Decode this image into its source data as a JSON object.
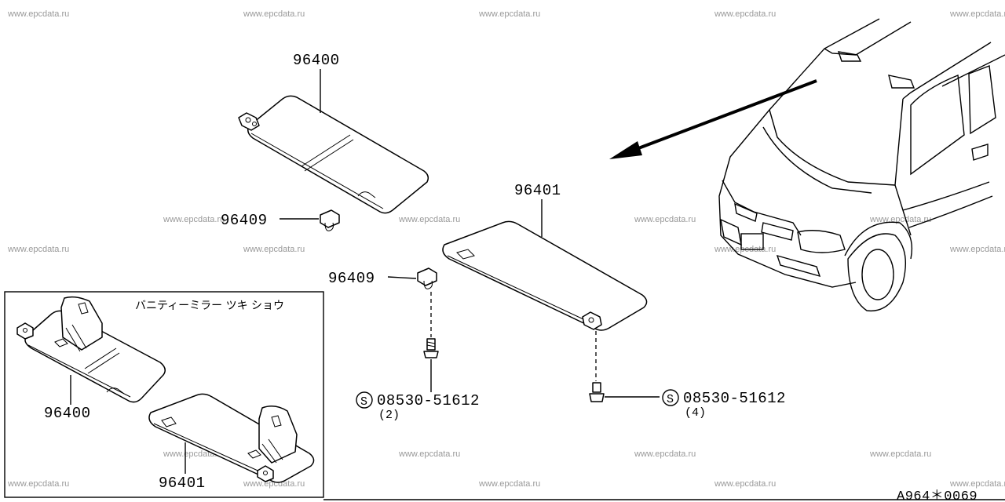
{
  "watermark": "www.epcdata.ru",
  "callouts": {
    "visor_left_main": "96400",
    "visor_right_main": "96401",
    "holder_upper": "96409",
    "holder_lower": "96409",
    "inset_visor_left": "96400",
    "inset_visor_right": "96401"
  },
  "screws": [
    {
      "symbol": "S",
      "part_no": "08530-51612",
      "qty": "(2)"
    },
    {
      "symbol": "S",
      "part_no": "08530-51612",
      "qty": "(4)"
    }
  ],
  "inset_note": "バニティーミラー ツキ ショウ",
  "diagram_code": "A964＊0069"
}
